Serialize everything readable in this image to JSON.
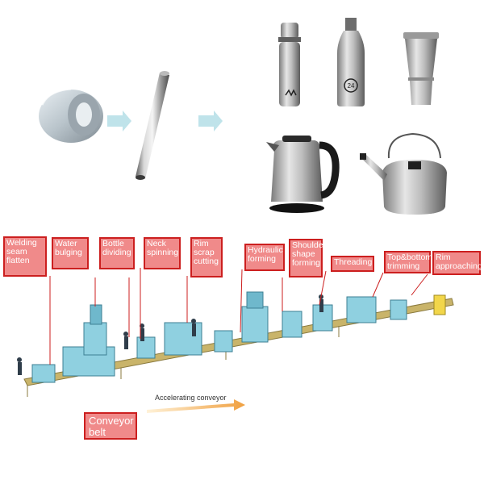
{
  "process_labels": [
    {
      "key": "welding",
      "text": "Welding\nseam\nflatten"
    },
    {
      "key": "water",
      "text": "Water\nbulging"
    },
    {
      "key": "bottle",
      "text": "Bottle\ndividing"
    },
    {
      "key": "neck",
      "text": "Neck\nspinning"
    },
    {
      "key": "rim-scrap",
      "text": "Rim\nscrap\ncutting"
    },
    {
      "key": "hydraulic",
      "text": "Hydraulic\nforming"
    },
    {
      "key": "shoulder",
      "text": "Shoulder\nshape\nforming"
    },
    {
      "key": "threading",
      "text": "Threading"
    },
    {
      "key": "top-bottom",
      "text": "Top&bottom\ntrimming"
    },
    {
      "key": "rim-approaching",
      "text": "Rim\napproaching"
    }
  ],
  "conveyor_label": "Conveyor\nbelt",
  "accelerating_label": "Accelerating conveyor",
  "bottle_badge": "24",
  "colors": {
    "label_fill": "#f08a8a",
    "label_border": "#cc1f1f",
    "arrow": "#bfe3ea",
    "machine": "#8fd0e0",
    "machine_dark": "#3d7f93",
    "conveyor": "#c9b46a",
    "accent_arrow": "#f0a040"
  }
}
